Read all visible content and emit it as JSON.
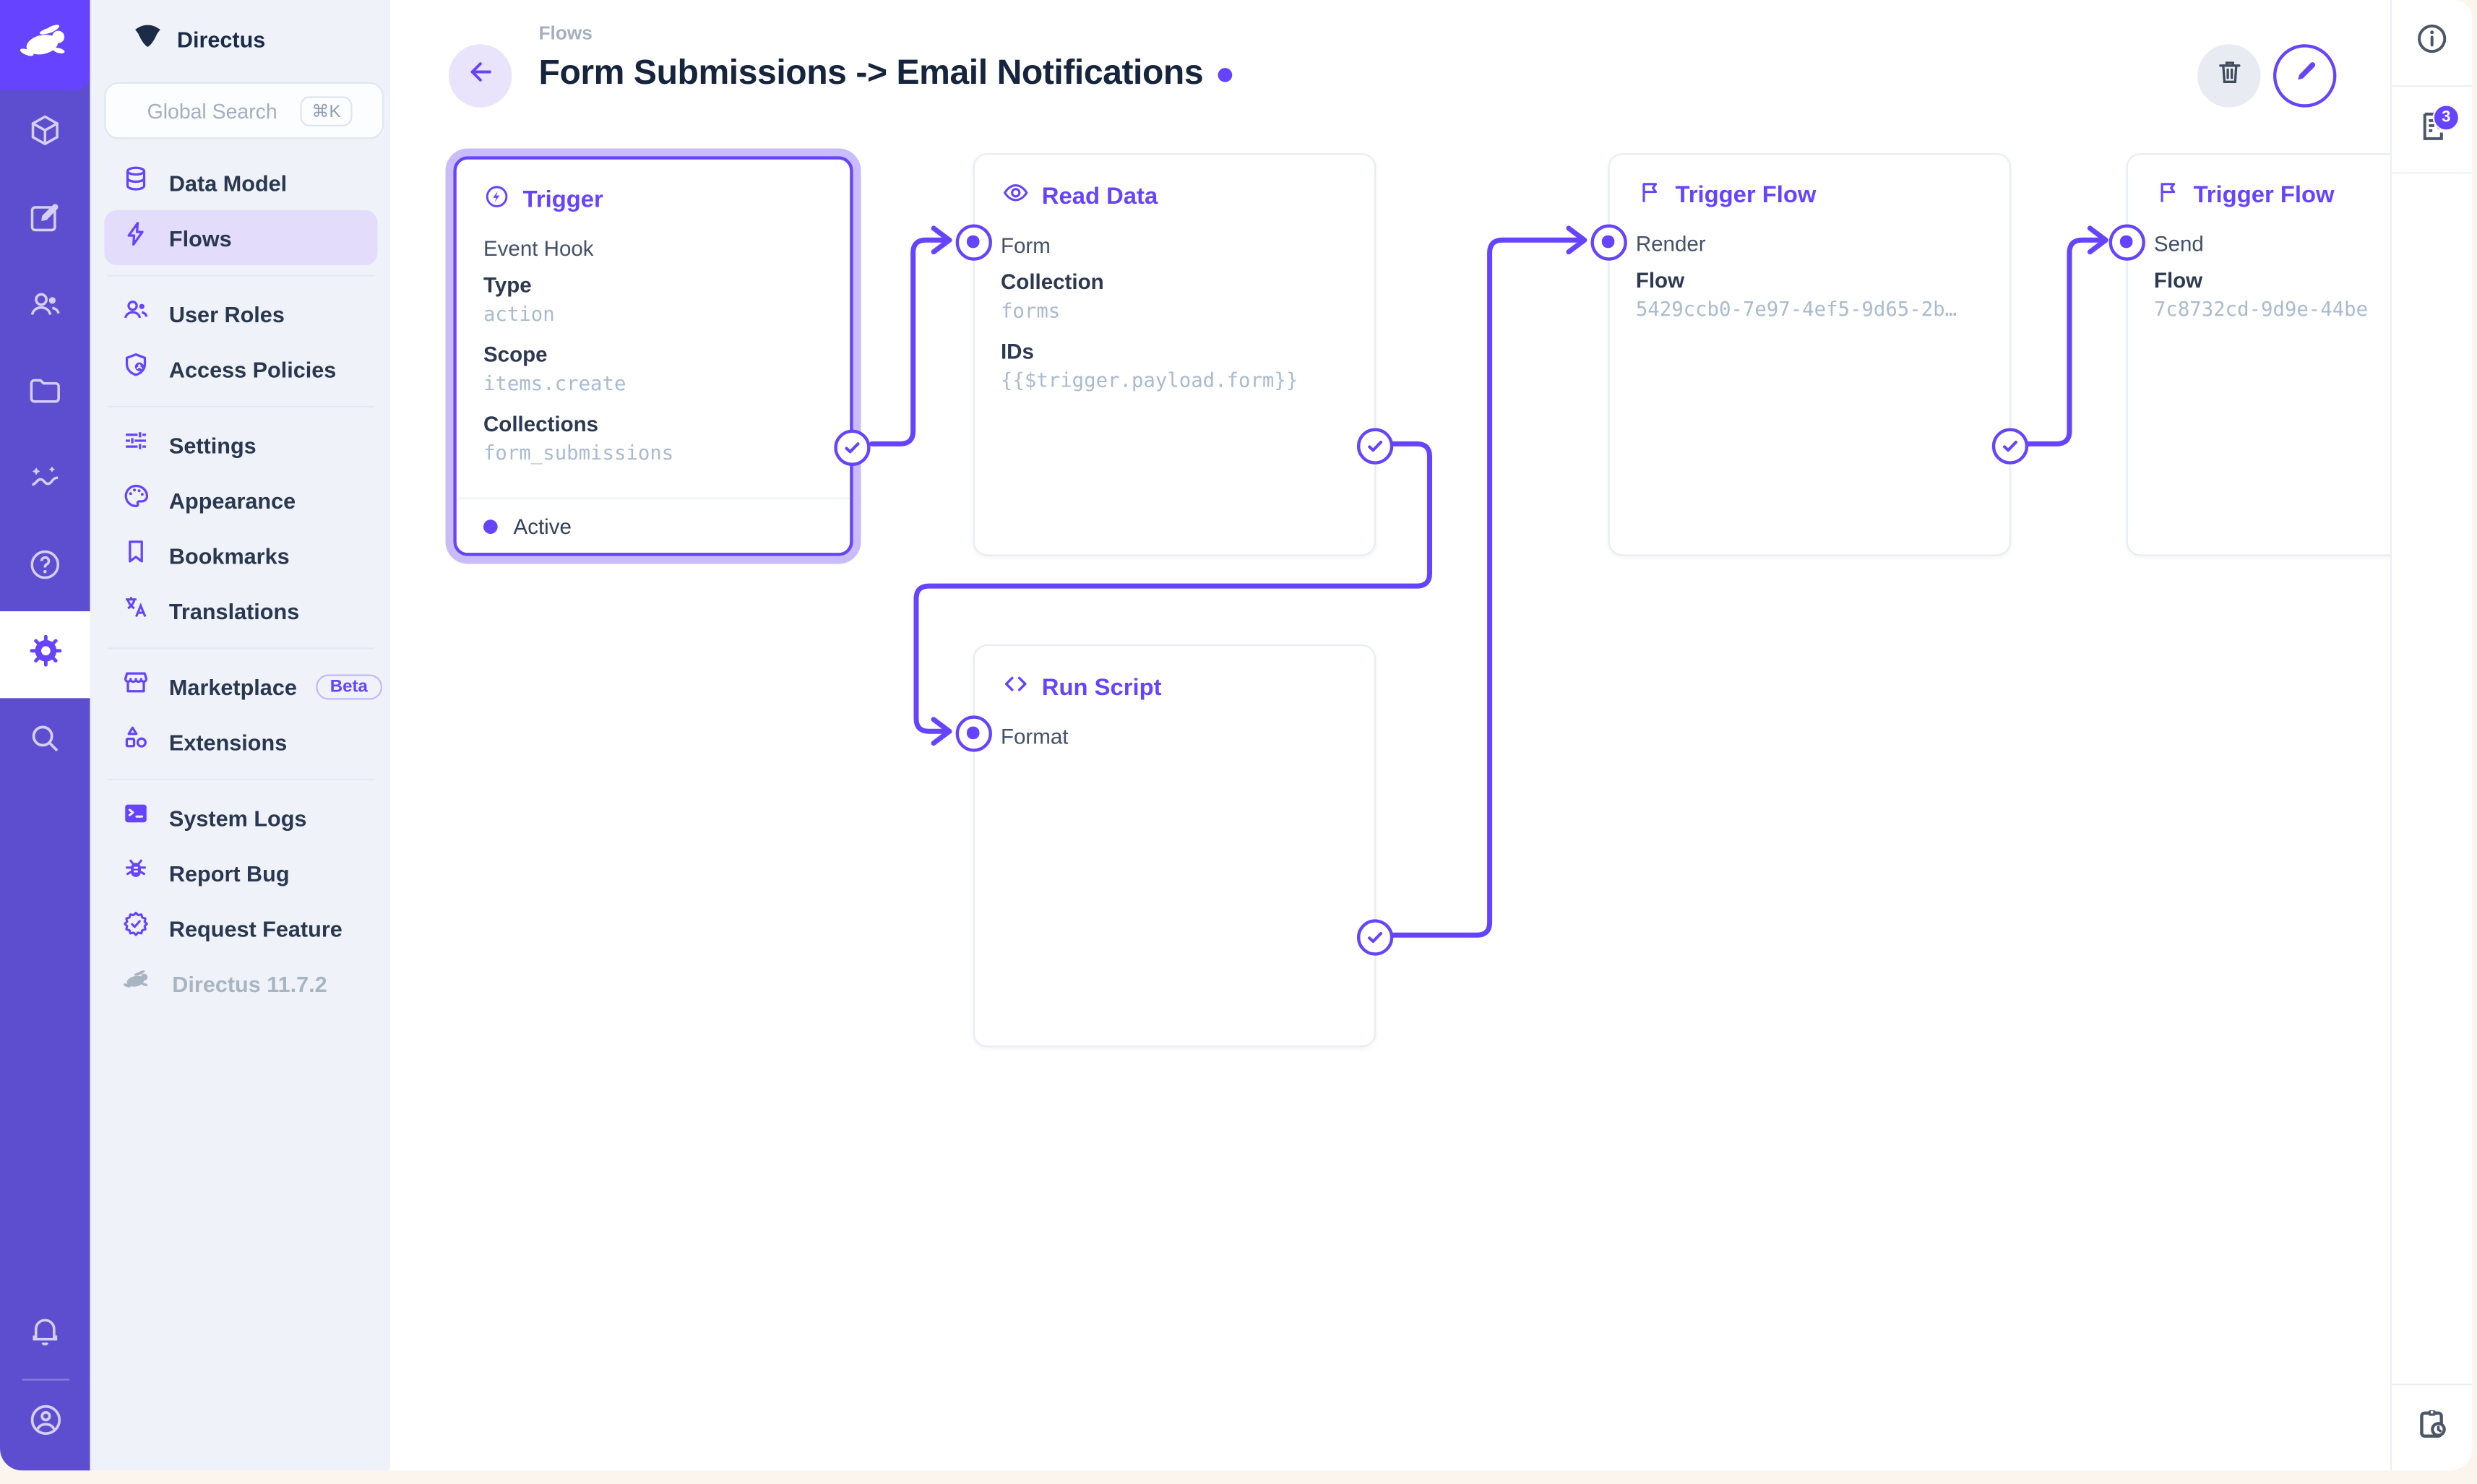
{
  "app": {
    "project_name": "Directus",
    "version_label": "Directus 11.7.2"
  },
  "colors": {
    "accent": "#6644FF",
    "status_active": "#6644FF",
    "mono_text": "#a9bbd0",
    "selection_halo": "#cabcfb"
  },
  "module_bar": {
    "icons": [
      "directus-rabbit-logo",
      "box",
      "edit",
      "users",
      "folder",
      "insights",
      "help",
      "settings",
      "search",
      "bell",
      "user-circle"
    ],
    "active_icon": "settings"
  },
  "sidebar": {
    "search": {
      "placeholder": "Global Search",
      "shortcut": "⌘K"
    },
    "items": [
      {
        "label": "Data Model"
      },
      {
        "label": "Flows"
      },
      {
        "label": "User Roles"
      },
      {
        "label": "Access Policies"
      },
      {
        "label": "Settings"
      },
      {
        "label": "Appearance"
      },
      {
        "label": "Bookmarks"
      },
      {
        "label": "Translations"
      },
      {
        "label": "Marketplace",
        "badge": "Beta"
      },
      {
        "label": "Extensions"
      },
      {
        "label": "System Logs"
      },
      {
        "label": "Report Bug"
      },
      {
        "label": "Request Feature"
      }
    ],
    "active_item": "Flows",
    "version": "Directus 11.7.2"
  },
  "header": {
    "breadcrumb": "Flows",
    "title": "Form Submissions -> Email Notifications"
  },
  "right_sidebar": {
    "icons": [
      "info",
      "logs",
      "clipboard-clock"
    ],
    "log_badge_count": "3"
  },
  "flow": {
    "panels": [
      {
        "title": "Trigger",
        "subtitle": "Event Hook",
        "selected": true,
        "status": "Active",
        "fields": [
          {
            "label": "Type",
            "value": "action"
          },
          {
            "label": "Scope",
            "value": "items.create"
          },
          {
            "label": "Collections",
            "value": "form_submissions"
          }
        ]
      },
      {
        "title": "Read Data",
        "input_label": "Form",
        "fields": [
          {
            "label": "Collection",
            "value": "forms"
          },
          {
            "label": "IDs",
            "value": "{{$trigger.payload.form}}"
          }
        ]
      },
      {
        "title": "Run Script",
        "input_label": "Format",
        "fields": []
      },
      {
        "title": "Trigger Flow",
        "input_label": "Render",
        "fields": [
          {
            "label": "Flow",
            "value": "5429ccb0-7e97-4ef5-9d65-2b…"
          }
        ]
      },
      {
        "title": "Trigger Flow",
        "input_label": "Send",
        "fields": [
          {
            "label": "Flow",
            "value": "7c8732cd-9d9e-44be"
          }
        ]
      }
    ]
  }
}
